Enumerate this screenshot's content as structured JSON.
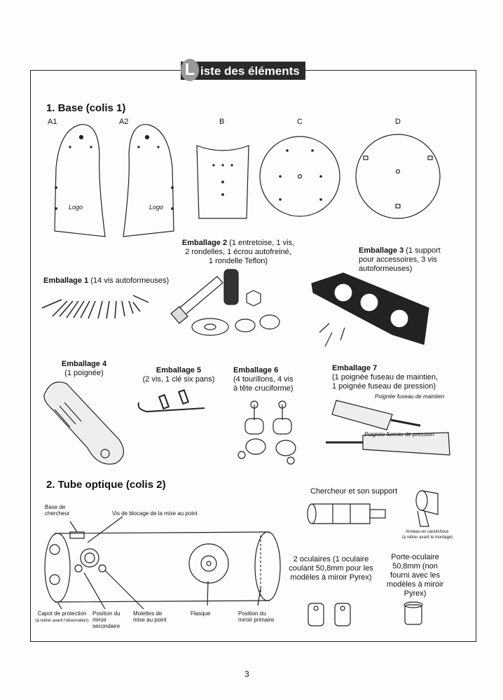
{
  "header": {
    "initial": "L",
    "title": "iste des éléments"
  },
  "section1": {
    "title": "1. Base (colis 1)",
    "parts": [
      "A1",
      "A2",
      "B",
      "C",
      "D"
    ],
    "logo": "Logo",
    "packages": [
      {
        "name": "Emballage 1",
        "desc": "(14 vis autoformeuses)"
      },
      {
        "name": "Emballage 2",
        "desc": "(1 entretoise, 1 vis,",
        "desc2": "2 rondelles, 1 écrou autofreiné,",
        "desc3": "1 rondelle Teflon)"
      },
      {
        "name": "Emballage 3",
        "desc": "(1 support",
        "desc2": "pour accessoires, 3 vis",
        "desc3": "autoformeuses)"
      },
      {
        "name": "Emballage 4",
        "desc": "(1 poignée)"
      },
      {
        "name": "Emballage 5",
        "desc": "(2 vis, 1 clé six pans)"
      },
      {
        "name": "Emballage 6",
        "desc": "(4 tourillons, 4 vis",
        "desc2": "à tête cruciforme)"
      },
      {
        "name": "Emballage 7",
        "desc": "(1 poignée fuseau de maintien,",
        "desc2": "1 poignée fuseau de pression)"
      }
    ],
    "handle_labels": {
      "hold": "Poignée fuseau de maintien",
      "press": "Poignée fuseau de pression"
    }
  },
  "section2": {
    "title": "2. Tube optique (colis 2)",
    "labels": {
      "finder_base": "Base de chercheur",
      "focus_lock": "Vis de blocage de la mise au point",
      "cap": "Capot de protection",
      "cap_note": "(à retirer avant l'observation)",
      "secondary": "Position du miroir secondaire",
      "knobs": "Molettes de mise au point",
      "flange": "Flasque",
      "primary": "Position du miroir primaire",
      "finder": "Chercheur et son support",
      "ring": "Anneau en caoutchouc",
      "ring_note": "(à retirer avant le montage)",
      "eyepieces": "2 oculaires (1 oculaire coulant 50,8mm pour les modèles à miroir Pyrex)",
      "adapter": "Porte-oculaire 50,8mm (non fourni avec les modèles à miroir Pyrex)"
    }
  },
  "footer": {
    "page_number": "3"
  }
}
